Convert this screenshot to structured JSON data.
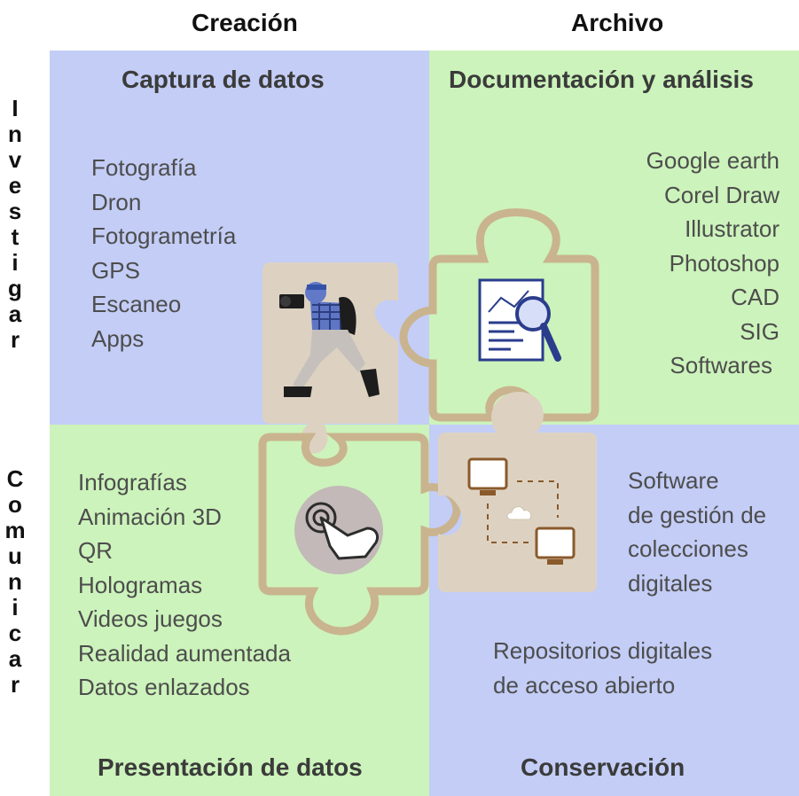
{
  "columns": {
    "left": "Creación",
    "right": "Archivo"
  },
  "rows": {
    "top": [
      "I",
      "n",
      "v",
      "e",
      "s",
      "t",
      "i",
      "g",
      "a",
      "r"
    ],
    "bottom": [
      "C",
      "o",
      "m",
      "u",
      "n",
      "i",
      "c",
      "a",
      "r"
    ]
  },
  "quadrants": {
    "top_left": {
      "title": "Captura de datos",
      "items": [
        "Fotografía",
        "Dron",
        "Fotogrametría",
        "GPS",
        "Escaneo",
        "Apps"
      ]
    },
    "top_right": {
      "title": "Documentación y análisis",
      "items": [
        "Google earth",
        "Corel Draw",
        "Illustrator",
        "Photoshop",
        "CAD",
        "SIG",
        "Softwares"
      ]
    },
    "bottom_left": {
      "title": "Presentación de datos",
      "items": [
        "Infografías",
        "Animación 3D",
        "QR",
        "Hologramas",
        "Videos juegos",
        "Realidad aumentada",
        "Datos enlazados"
      ]
    },
    "bottom_right": {
      "title": "Conservación",
      "items_a": [
        "Software",
        "de gestión de",
        "colecciones",
        "digitales"
      ],
      "items_b": [
        "Repositorios digitales",
        "de acceso abierto"
      ]
    }
  },
  "icons": [
    "photographer-icon",
    "document-analysis-icon",
    "touch-gesture-icon",
    "network-computers-icon"
  ],
  "colors": {
    "blue_quadrant": "#c3cdf6",
    "green_quadrant": "#ccf3bb",
    "puzzle_fill": "#ddd2c2",
    "puzzle_outline": "#c9b48f"
  }
}
